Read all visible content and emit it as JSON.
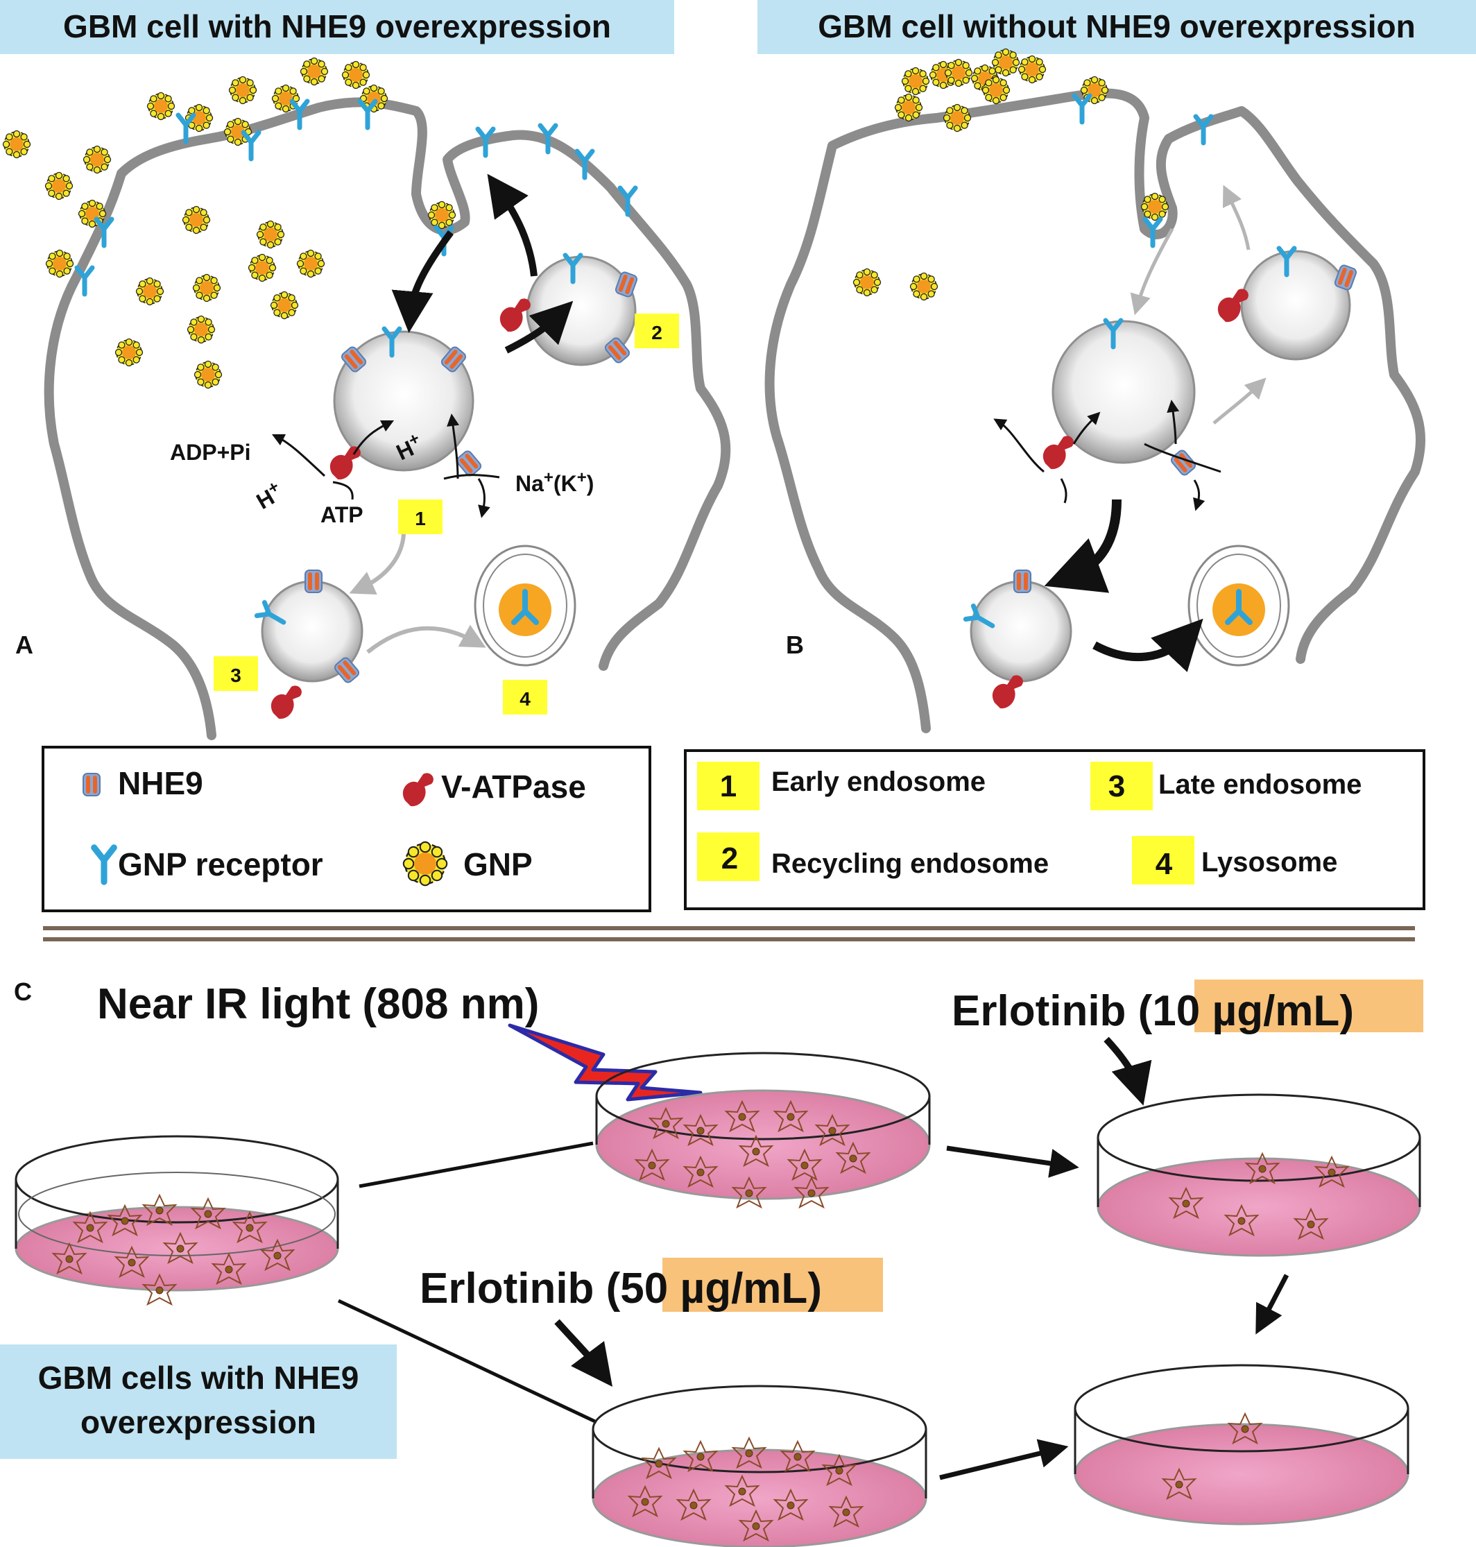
{
  "panel_a": {
    "title": "GBM cell with NHE9 overexpression",
    "letter": "A",
    "labels": {
      "adp_pi": "ADP+Pi",
      "h_plus": "H",
      "plus": "+",
      "atp": "ATP",
      "na": "Na",
      "k_paren": "(K",
      "paren_close": ")"
    },
    "badges": [
      "1",
      "2",
      "3",
      "4"
    ]
  },
  "panel_b": {
    "title": "GBM cell without NHE9 overexpression",
    "letter": "B"
  },
  "legend_left": {
    "items": [
      {
        "label": "NHE9",
        "icon": "nhe9-transporter-icon"
      },
      {
        "label": "V-ATPase",
        "icon": "v-atpase-icon"
      },
      {
        "label": "GNP receptor",
        "icon": "gnp-receptor-icon"
      },
      {
        "label": "GNP",
        "icon": "gold-nanoparticle-icon"
      }
    ]
  },
  "legend_right": {
    "items": [
      {
        "num": "1",
        "label": "Early endosome"
      },
      {
        "num": "3",
        "label": "Late endosome"
      },
      {
        "num": "2",
        "label": "Recycling endosome"
      },
      {
        "num": "4",
        "label": "Lysosome"
      }
    ]
  },
  "panel_c": {
    "letter": "C",
    "near_ir": "Near IR light (808 nm)",
    "erlotinib_10": {
      "prefix": "Erlotinib (",
      "dose": "10 µg/mL",
      "suffix": ")"
    },
    "erlotinib_50": {
      "prefix": "Erlotinib (",
      "dose": "50 µg/mL",
      "suffix": ")"
    },
    "cells_label_line1": "GBM cells with NHE9",
    "cells_label_line2": "overexpression"
  },
  "colors": {
    "title_bg": "#bfe3f2",
    "badge": "#ffff33",
    "dose_highlight": "#f8c27a",
    "membrane": "#8c8c8c",
    "receptor": "#2fa3d8",
    "vatpase": "#c0262e",
    "gnp_core": "#f39a1e",
    "gnp_dots": "#f7e72a",
    "medium": "#e58cb4",
    "divider": "#7a6654"
  }
}
